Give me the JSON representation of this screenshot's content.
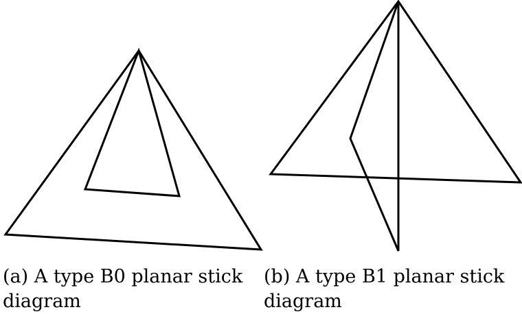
{
  "subfigures": [
    {
      "id": "a",
      "caption": "(a) A type B0 planar stick diagram"
    },
    {
      "id": "b",
      "caption": "(b) A type B1 planar stick diagram"
    }
  ]
}
